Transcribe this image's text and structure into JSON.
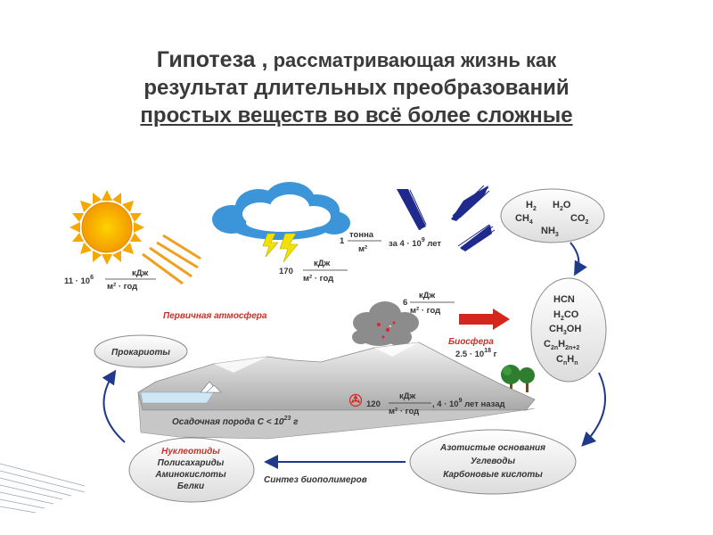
{
  "title": {
    "line1_a": "Гипотеза ,",
    "line1_b": " рассматривающая жизнь как",
    "line2": "результат длительных преобразований",
    "line3": "простых веществ во всё более сложные"
  },
  "diagram": {
    "sun_energy": {
      "num": "11 · 10",
      "exp": "6",
      "unit_top": "кДж",
      "unit_bottom": "м² · год"
    },
    "lightning_energy": {
      "num": "170",
      "unit_top": "кДж",
      "unit_bottom": "м² · год"
    },
    "meteor_mass": {
      "num": "1",
      "unit_top": "тонна",
      "unit_bottom": "м²"
    },
    "meteor_time": {
      "prefix": "за 4 · 10",
      "exp": "9",
      "suffix": " лет"
    },
    "volcano_energy": {
      "num": "6",
      "unit_top": "кДж",
      "unit_bottom": "м² · год"
    },
    "primary_atmosphere": "Первичная атмосфера",
    "biosphere_label": "Биосфера",
    "biosphere_mass": {
      "text": "2.5 · 10",
      "exp": "18",
      "suffix": " г"
    },
    "sediment": {
      "text": "Осадочная порода С < 10",
      "exp": "23",
      "suffix": " г"
    },
    "radioactive_energy": {
      "num": "120",
      "unit_top": "кДж",
      "unit_bottom": "м² · год"
    },
    "time_ago": {
      "prefix": ", 4 · 10",
      "exp": "9",
      "suffix": " лет назад"
    },
    "simple_molecules": [
      "H2",
      "H2O",
      "CH4",
      "CO2",
      "NH3"
    ],
    "organic_molecules": [
      "HCN",
      "H2CO",
      "CH3OH",
      "C2nH2n+2",
      "CnHn"
    ],
    "prokaryotes": "Прокариоты",
    "polymers_box": {
      "first": "Нуклеотиды",
      "rest": [
        "Полисахариды",
        "Аминокислоты",
        "Белки"
      ]
    },
    "monomers_box": [
      "Азотистые основания",
      "Углеводы",
      "Карбоновые кислоты"
    ],
    "synthesis_label": "Синтез биополимеров",
    "colors": {
      "title": "#3a3a3a",
      "red_label": "#c8312a",
      "arrow_blue": "#1f3a8a",
      "sun": "#f5a800",
      "cloud": "#3b95d8",
      "meteor": "#1e2a8c"
    },
    "icons": [
      "sun-icon",
      "cloud-icon",
      "lightning-icon",
      "meteor-icon",
      "volcano-icon",
      "mountain-icon",
      "tree-icon",
      "radiation-icon",
      "red-arrow-icon"
    ]
  }
}
